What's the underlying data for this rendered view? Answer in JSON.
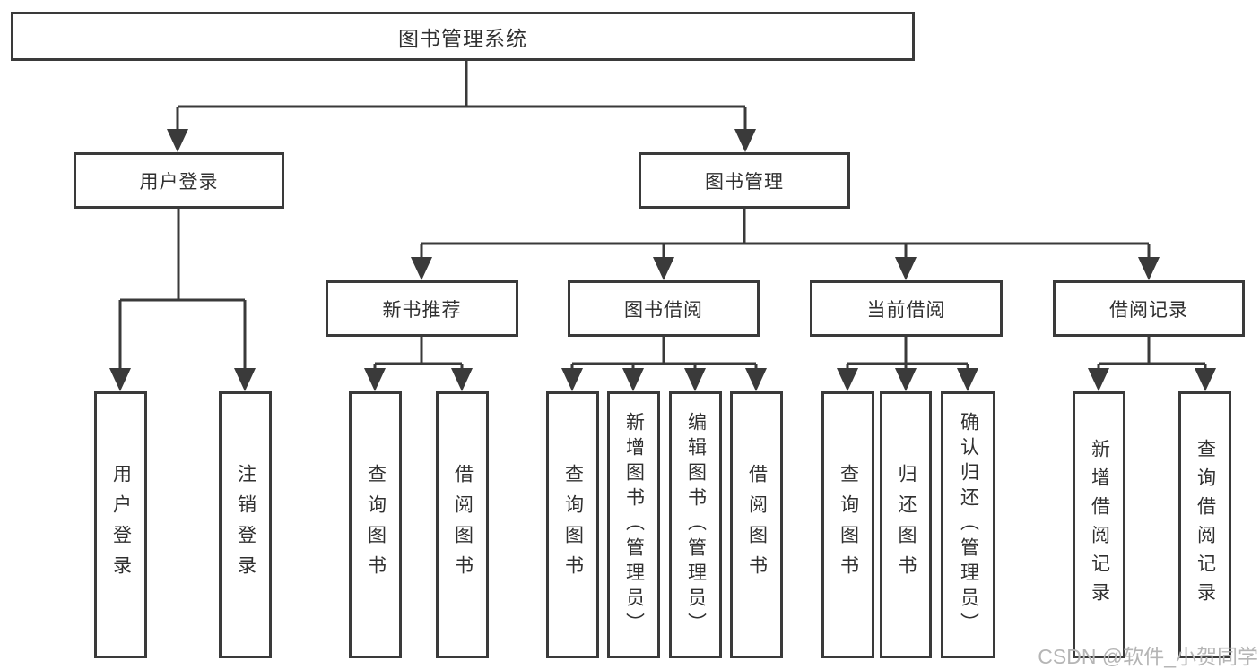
{
  "diagram": {
    "type": "hierarchy-tree",
    "title": "图书管理系统",
    "tree": {
      "root": "图书管理系统",
      "level2": [
        "用户登录",
        "图书管理"
      ],
      "level3": [
        "新书推荐",
        "图书借阅",
        "当前借阅",
        "借阅记录"
      ],
      "leaves": {
        "user_login": [
          "用户登录",
          "注销登录"
        ],
        "new_book": [
          "查询图书",
          "借阅图书"
        ],
        "borrow": [
          "查询图书",
          "新增图书（管理员）",
          "编辑图书（管理员）",
          "借阅图书"
        ],
        "current": [
          "查询图书",
          "归还图书",
          "确认归还（管理员）"
        ],
        "record": [
          "新增借阅记录",
          "查询借阅记录"
        ]
      },
      "hierarchy": [
        {
          "parent": "图书管理系统",
          "children": [
            "用户登录",
            "图书管理"
          ]
        },
        {
          "parent": "用户登录",
          "children": [
            "用户登录",
            "注销登录"
          ]
        },
        {
          "parent": "图书管理",
          "children": [
            "新书推荐",
            "图书借阅",
            "当前借阅",
            "借阅记录"
          ]
        },
        {
          "parent": "新书推荐",
          "children": [
            "查询图书",
            "借阅图书"
          ]
        },
        {
          "parent": "图书借阅",
          "children": [
            "查询图书",
            "新增图书（管理员）",
            "编辑图书（管理员）",
            "借阅图书"
          ]
        },
        {
          "parent": "当前借阅",
          "children": [
            "查询图书",
            "归还图书",
            "确认归还（管理员）"
          ]
        },
        {
          "parent": "借阅记录",
          "children": [
            "新增借阅记录",
            "查询借阅记录"
          ]
        }
      ]
    },
    "watermark": "CSDN @软件_小贺同学",
    "colors": {
      "line": "#3a3a3a",
      "text": "#303030",
      "background": "#ffffff",
      "watermark": "#b5b5b5"
    }
  }
}
